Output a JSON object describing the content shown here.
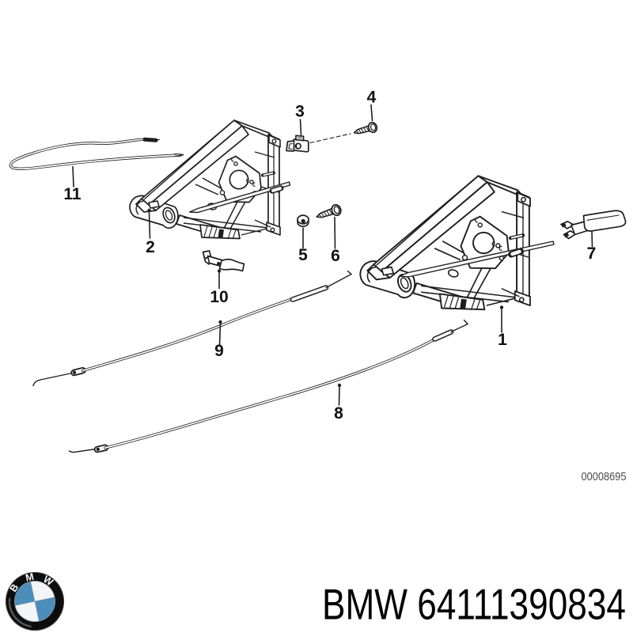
{
  "diagram": {
    "drawing_number": "00008695",
    "callouts": [
      {
        "label": "1"
      },
      {
        "label": "2"
      },
      {
        "label": "3"
      },
      {
        "label": "4"
      },
      {
        "label": "5"
      },
      {
        "label": "6"
      },
      {
        "label": "7"
      },
      {
        "label": "8"
      },
      {
        "label": "9"
      },
      {
        "label": "10"
      },
      {
        "label": "11"
      }
    ]
  },
  "footer": {
    "part_label": "BMW 64111390834",
    "logo_letters": [
      "B",
      "M",
      "W"
    ]
  },
  "colors": {
    "background": "#ffffff",
    "line": "#1f1f1f",
    "label_text": "#111111",
    "code_text": "#4d4d4d",
    "part_text": "#000000",
    "logo_ring": "#0d0d0d",
    "logo_blue": "#4b8dbb",
    "logo_white": "#f3f5f6"
  }
}
